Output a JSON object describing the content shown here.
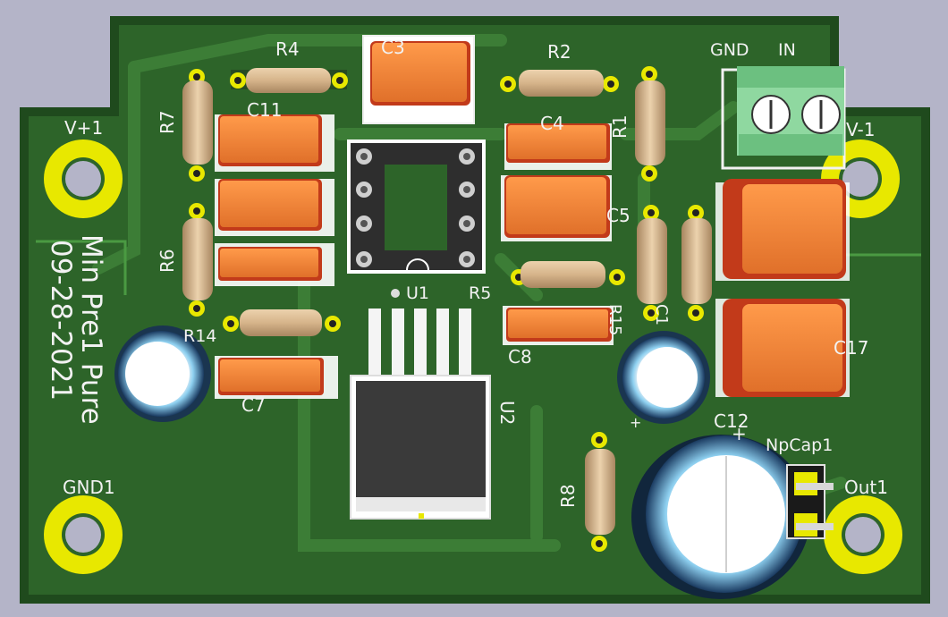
{
  "board": {
    "title_line1": "Min Pre1 Pure",
    "title_line2": "09-28-2021",
    "colors": {
      "background": "#b4b4c8",
      "substrate": "#1f4a1d",
      "copper_fill": "#2d6429",
      "trace": "#3a7a35",
      "silkscreen": "#f2f2f2",
      "pad_gold": "#e8e800",
      "film_cap": "#f08a3c",
      "resistor_body": "#d6b48a",
      "terminal_block": "#8fd8a0",
      "electrolytic": "#7fc4ec"
    }
  },
  "labels": {
    "r4": "R4",
    "c3": "C3",
    "r2": "R2",
    "gnd": "GND",
    "in": "IN",
    "r7": "R7",
    "c11": "C11",
    "c4": "C4",
    "r1": "R1",
    "vplus": "V+1",
    "vminus": "V-1",
    "c5": "C5",
    "r6": "R6",
    "u1": "U1",
    "r5": "R5",
    "r15": "R15",
    "c1": "C1",
    "r14": "R14",
    "c8": "C8",
    "c7": "C7",
    "u2": "U2",
    "c12": "C12",
    "c17": "C17",
    "npcap": "NpCap1",
    "r8": "R8",
    "gnd1": "GND1",
    "out1": "Out1",
    "plus_c12": "+",
    "plus_c1": "+"
  }
}
